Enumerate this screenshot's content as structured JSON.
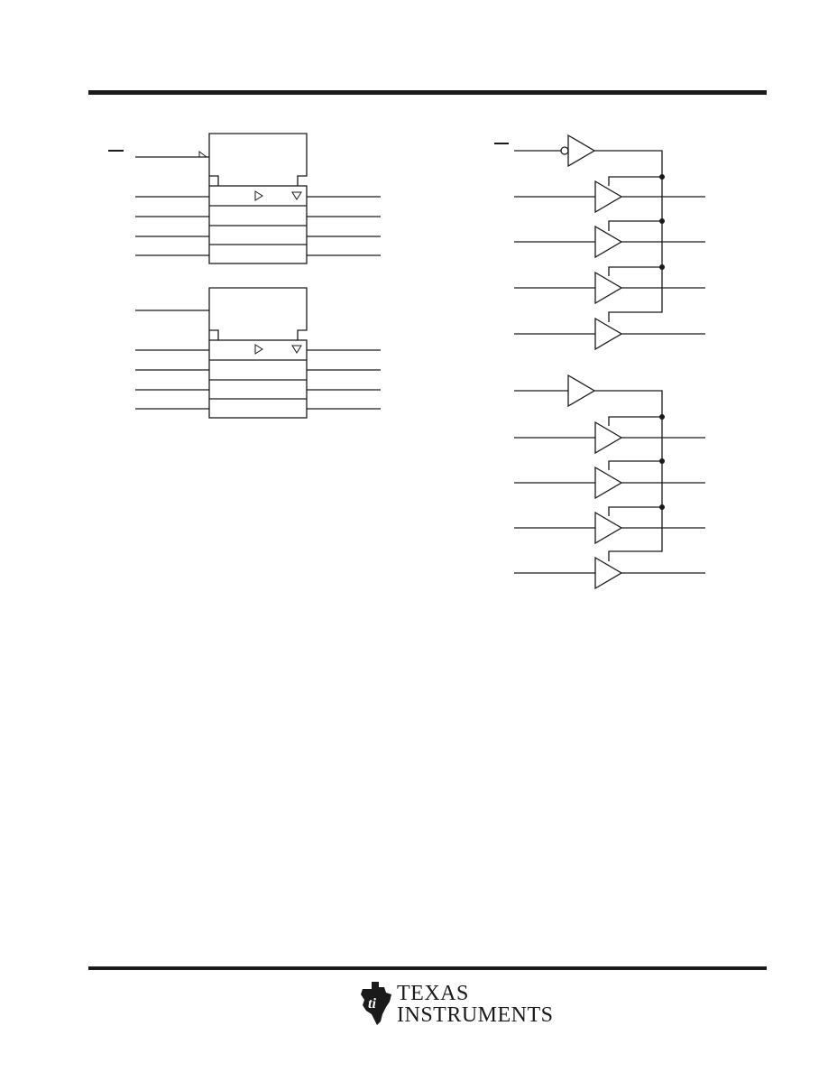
{
  "header": {
    "rule_color": "#1a1a1a"
  },
  "diagram": {
    "logic_symbol": {
      "overbar_marks": 1,
      "blocks": [
        {
          "id": "block-1",
          "clock_input": true,
          "rows": 4,
          "row_symbols": [
            "▷",
            "▽"
          ]
        },
        {
          "id": "block-2",
          "clock_input": false,
          "rows": 4,
          "row_symbols": [
            "▷",
            "▽"
          ]
        }
      ]
    },
    "logic_diagram": {
      "groups": [
        {
          "id": "group-1",
          "control_inverted": true,
          "buffers": 4
        },
        {
          "id": "group-2",
          "control_inverted": false,
          "buffers": 4
        }
      ]
    }
  },
  "footer": {
    "brand": {
      "word1": "TEXAS",
      "word2": "INSTRUMENTS",
      "logo_icon": "ti-state-logo-icon"
    }
  }
}
